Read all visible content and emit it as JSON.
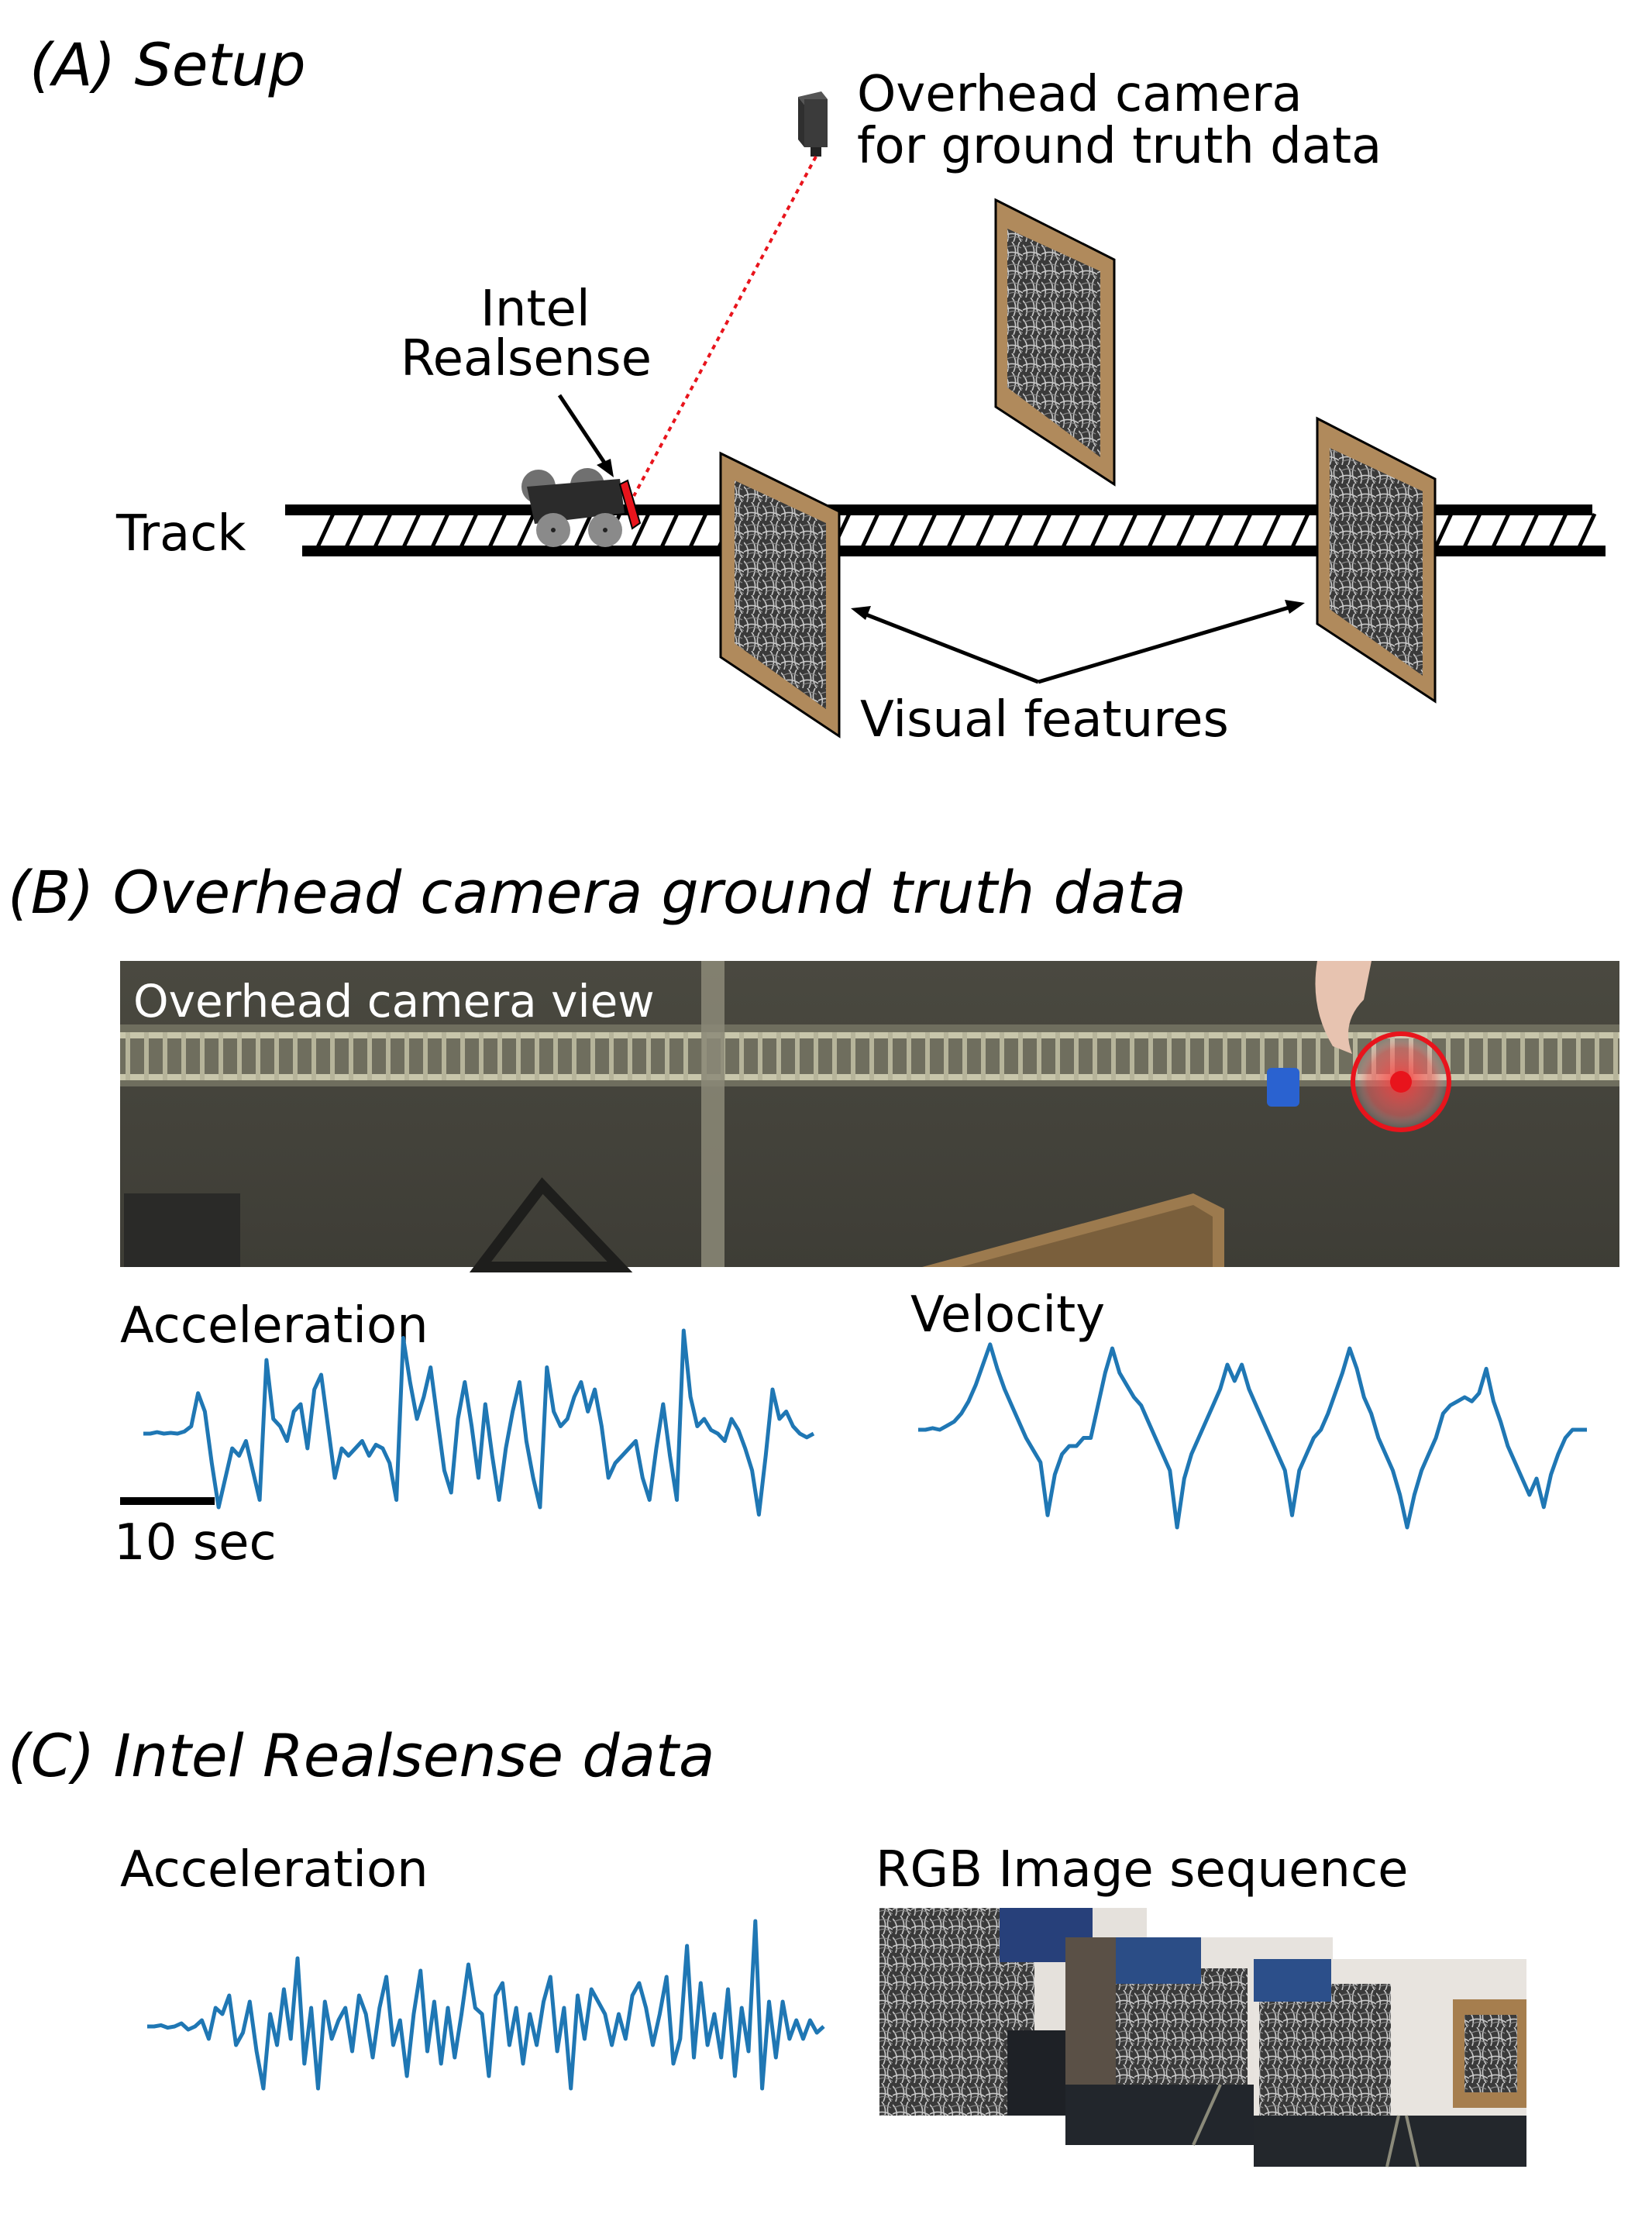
{
  "panels": {
    "a": {
      "heading": "(A) Setup",
      "camera_label_line1": "Overhead camera",
      "camera_label_line2": "for ground truth data",
      "sensor_label_line1": "Intel",
      "sensor_label_line2": "Realsense",
      "track_label": "Track",
      "features_label": "Visual features"
    },
    "b": {
      "heading": "(B) Overhead camera ground truth data",
      "photo_caption": "Overhead camera view",
      "accel_label": "Acceleration",
      "velocity_label": "Velocity",
      "scalebar_label": "10 sec"
    },
    "c": {
      "heading": "(C) Intel Realsense data",
      "accel_label": "Acceleration",
      "rgb_label": "RGB Image sequence"
    }
  },
  "colors": {
    "trace": "#1f77b4",
    "card": "#b08a5c",
    "marker": "#e8141c",
    "track": "#000000"
  },
  "chart_data": [
    {
      "type": "line",
      "title": "Acceleration",
      "series": [
        {
          "values": [
            0,
            0,
            0.02,
            0,
            0.01,
            0,
            0.03,
            0.1,
            0.55,
            0.3,
            -0.4,
            -1.0,
            -0.6,
            -0.2,
            -0.3,
            -0.1,
            -0.5,
            -0.9,
            1.0,
            0.2,
            0.1,
            -0.1,
            0.3,
            0.4,
            -0.2,
            0.6,
            0.8,
            0.1,
            -0.6,
            -0.2,
            -0.3,
            -0.2,
            -0.1,
            -0.3,
            -0.15,
            -0.2,
            -0.4,
            -0.9,
            1.3,
            0.7,
            0.2,
            0.5,
            0.9,
            0.2,
            -0.5,
            -0.8,
            0.2,
            0.7,
            0.1,
            -0.6,
            0.4,
            -0.3,
            -0.9,
            -0.2,
            0.3,
            0.7,
            -0.1,
            -0.6,
            -1.0,
            0.9,
            0.3,
            0.1,
            0.2,
            0.5,
            0.7,
            0.3,
            0.6,
            0.1,
            -0.6,
            -0.4,
            -0.3,
            -0.2,
            -0.1,
            -0.6,
            -0.9,
            -0.2,
            0.4,
            -0.3,
            -0.9,
            1.4,
            0.5,
            0.1,
            0.2,
            0.05,
            0.0,
            -0.1,
            0.2,
            0.05,
            -0.2,
            -0.5,
            -1.1,
            -0.3,
            0.6,
            0.2,
            0.3,
            0.1,
            0.0,
            -0.05,
            0.0
          ]
        }
      ]
    },
    {
      "type": "line",
      "title": "Velocity",
      "series": [
        {
          "values": [
            0,
            0,
            0.02,
            0,
            0.05,
            0.1,
            0.2,
            0.35,
            0.55,
            0.8,
            1.05,
            0.75,
            0.5,
            0.3,
            0.1,
            -0.1,
            -0.25,
            -0.4,
            -1.05,
            -0.55,
            -0.3,
            -0.2,
            -0.2,
            -0.1,
            -0.1,
            0.3,
            0.7,
            1.0,
            0.7,
            0.55,
            0.4,
            0.3,
            0.1,
            -0.1,
            -0.3,
            -0.5,
            -1.2,
            -0.6,
            -0.3,
            -0.1,
            0.1,
            0.3,
            0.5,
            0.8,
            0.6,
            0.8,
            0.5,
            0.3,
            0.1,
            -0.1,
            -0.3,
            -0.5,
            -1.05,
            -0.5,
            -0.3,
            -0.1,
            0.0,
            0.2,
            0.45,
            0.7,
            1.0,
            0.75,
            0.4,
            0.2,
            -0.1,
            -0.3,
            -0.5,
            -0.8,
            -1.2,
            -0.8,
            -0.5,
            -0.3,
            -0.1,
            0.2,
            0.3,
            0.35,
            0.4,
            0.35,
            0.45,
            0.75,
            0.35,
            0.1,
            -0.2,
            -0.4,
            -0.6,
            -0.8,
            -0.6,
            -0.95,
            -0.55,
            -0.3,
            -0.1,
            0.0,
            0.0,
            0.0
          ]
        }
      ]
    },
    {
      "type": "line",
      "title": "Acceleration",
      "series": [
        {
          "values": [
            0,
            0,
            0.02,
            -0.02,
            0,
            0.05,
            -0.05,
            0,
            0.1,
            -0.2,
            0.3,
            0.2,
            0.5,
            -0.3,
            -0.1,
            0.4,
            -0.4,
            -1.0,
            0.2,
            -0.3,
            0.6,
            -0.2,
            1.1,
            -0.6,
            0.3,
            -1.0,
            0.4,
            -0.2,
            0.1,
            0.3,
            -0.4,
            0.5,
            0.2,
            -0.5,
            0.3,
            0.8,
            -0.3,
            0.1,
            -0.8,
            0.2,
            0.9,
            -0.4,
            0.4,
            -0.6,
            0.3,
            -0.5,
            0.2,
            1.0,
            0.3,
            0.2,
            -0.8,
            0.5,
            0.7,
            -0.3,
            0.3,
            -0.6,
            0.2,
            -0.3,
            0.4,
            0.8,
            -0.4,
            0.3,
            -1.0,
            0.5,
            -0.2,
            0.6,
            0.4,
            0.2,
            -0.3,
            0.2,
            -0.2,
            0.5,
            0.7,
            0.3,
            -0.3,
            0.2,
            0.8,
            -0.6,
            -0.2,
            1.3,
            -0.5,
            0.7,
            -0.3,
            0.2,
            -0.5,
            0.6,
            -0.8,
            0.3,
            -0.4,
            1.7,
            -1.0,
            0.4,
            -0.5,
            0.4,
            -0.2,
            0.1,
            -0.2,
            0.1,
            -0.1,
            0.0
          ]
        }
      ]
    }
  ]
}
